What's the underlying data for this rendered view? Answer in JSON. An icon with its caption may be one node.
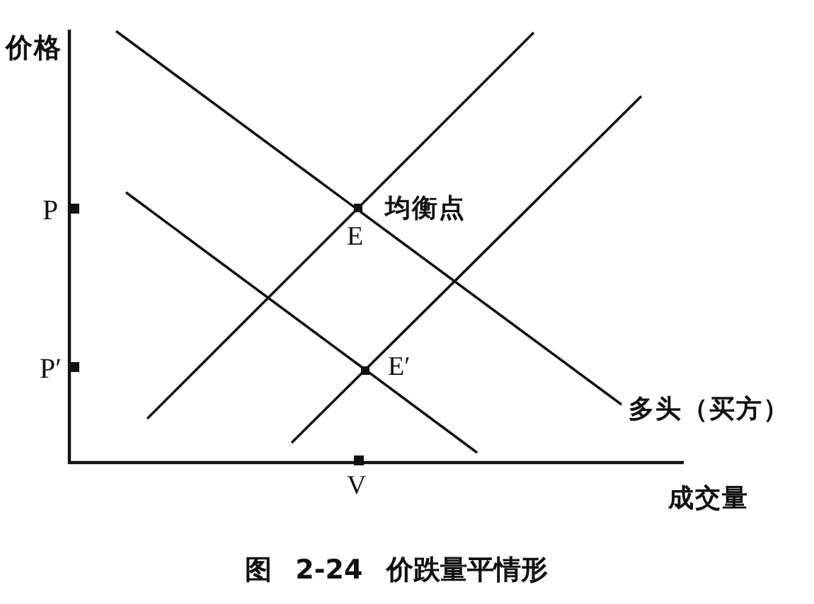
{
  "diagram": {
    "caption": "图 2-24 价跌量平情形",
    "labels": [
      "价格",
      "P",
      "均衡点",
      "E",
      "P′",
      "E′",
      "多头（买方）",
      "V",
      "成交量"
    ]
  }
}
